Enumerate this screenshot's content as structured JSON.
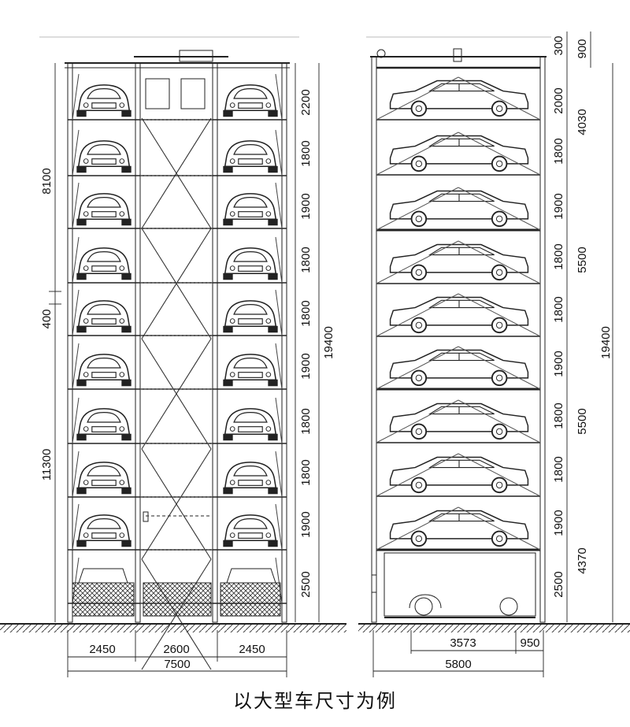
{
  "caption": "以大型车尺寸为例",
  "front_view": {
    "levels_text": [
      "2200",
      "1800",
      "1900",
      "1800",
      "1800",
      "1900",
      "1800",
      "1800",
      "1900",
      "2500"
    ],
    "left_dims": [
      "8100",
      "400",
      "11300"
    ],
    "total_height": "19400",
    "widths": [
      "2450",
      "2600",
      "2450"
    ],
    "total_width": "7500"
  },
  "side_view": {
    "top_dims": [
      "300",
      "900"
    ],
    "levels_text": [
      "2000",
      "1800",
      "1900",
      "1800",
      "1800",
      "1900",
      "1800",
      "1800",
      "1900",
      "2500"
    ],
    "group_dims": [
      "4030",
      "5500",
      "5500",
      "4370"
    ],
    "total_height": "19400",
    "bottom_dims": [
      "3573",
      "950"
    ],
    "total_width": "5800"
  }
}
